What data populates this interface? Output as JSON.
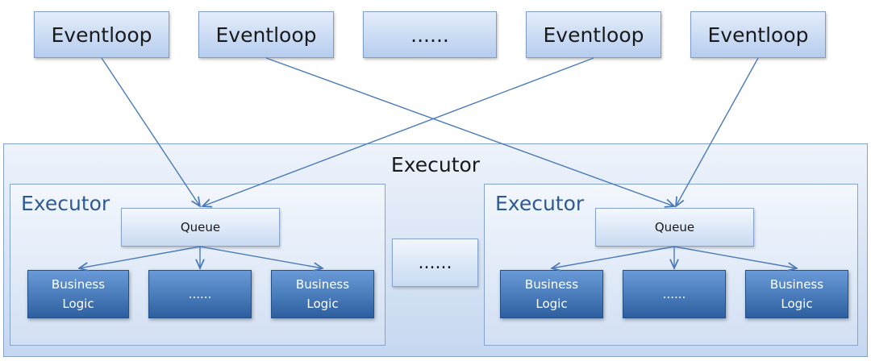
{
  "eventloops": [
    "Eventloop",
    "Eventloop",
    "......",
    "Eventloop",
    "Eventloop"
  ],
  "outer_executor": {
    "label": "Executor"
  },
  "separator": "......",
  "executors": [
    {
      "label": "Executor",
      "queue": "Queue",
      "items": [
        {
          "line1": "Business",
          "line2": "Logic"
        },
        {
          "line1": "......",
          "line2": ""
        },
        {
          "line1": "Business",
          "line2": "Logic"
        }
      ]
    },
    {
      "label": "Executor",
      "queue": "Queue",
      "items": [
        {
          "line1": "Business",
          "line2": "Logic"
        },
        {
          "line1": "......",
          "line2": ""
        },
        {
          "line1": "Business",
          "line2": "Logic"
        }
      ]
    }
  ],
  "colors": {
    "eventloop_fill": "#c8d9f2",
    "business_fill": "#3c6fb1",
    "executor_title": "#2f5b93",
    "connector": "#4a7ab8"
  }
}
